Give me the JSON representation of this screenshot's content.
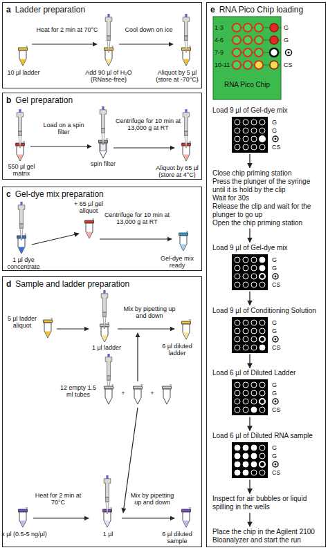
{
  "diagram": {
    "nodes": [
      {
        "text": [
          "a",
          "Ladder preparation"
        ]
      },
      {
        "text": [
          "b",
          "Gel preparation"
        ]
      },
      {
        "text": [
          "c",
          "Gel-dye mix preparation"
        ]
      },
      {
        "text": [
          "d",
          "Sample and ladder preparation"
        ]
      },
      {
        "text": [
          "e",
          "RNA Pico Chip loading"
        ]
      },
      {
        "text": [
          "Load 9 µl of Gel-dye mix"
        ],
        "in": 4
      },
      {
        "text": [
          "Close chip priming station",
          "Press the plunger of the syringe until it is hold by the clip",
          "Wait for 30s",
          "Release the clip and wait for the plunger to go up",
          "Open the chip priming station"
        ],
        "in": 4
      },
      {
        "text": [
          "Load 9 µl of Gel-dye mix"
        ],
        "in": 4
      },
      {
        "text": [
          "Load 9 µl of Conditioning Solution"
        ],
        "in": 4
      },
      {
        "text": [
          "Load 6 µl of Diluted Ladder"
        ],
        "in": 4
      },
      {
        "text": [
          "Load 6 µl of Diluted RNA sample"
        ],
        "in": 4
      },
      {
        "text": [
          "Inspect for air bubbles or liquid spilling in the wells"
        ],
        "in": 4
      },
      {
        "text": [
          "Place the chip in the Agilent 2100 Bioanalyzer and start the run"
        ],
        "in": 4
      }
    ],
    "edges": [
      {
        "from": 5,
        "to": 6,
        "arrow": "to"
      },
      {
        "from": 6,
        "to": 7,
        "arrow": "to"
      },
      {
        "from": 7,
        "to": 8,
        "arrow": "to"
      },
      {
        "from": 8,
        "to": 9,
        "arrow": "to"
      },
      {
        "from": 9,
        "to": 10,
        "arrow": "to"
      },
      {
        "from": 10,
        "to": 11,
        "arrow": "to"
      },
      {
        "from": 11,
        "to": 12,
        "arrow": "to"
      }
    ],
    "labels": [
      "10 µl ladder",
      "Heat for 2 min at 70°C",
      "Add 90 µl of H₂O (RNase-free)",
      "Cool down on ice",
      "Aliquot by 5 µl (store at -70°C)",
      "550 µl gel matrix",
      "Load on a spin filter",
      "spin filter",
      "Centrifuge for 10 min at 13,000 g at RT",
      "Aliquot by 65 µl (store at 4°C)",
      "+ 65 µl gel aliquot",
      "1 µl dye concentrate",
      "Centrifuge for 10 min at 13,000 g at RT",
      "Gel-dye mix ready",
      "5 µl ladder aliquot",
      "1 µl ladder",
      "Mix by pipetting up and down",
      "6 µl diluted ladder",
      "12 empty 1.5 ml tubes",
      "+",
      "+",
      "Heat for 2 min at 70°C",
      "1 µl",
      "Mix by pipetting up and down",
      "6 µl diluted sample",
      "x µl (0.5-5 ng/µl)",
      "1-3",
      "4-6",
      "7-9",
      "10-11",
      "G",
      "G",
      "CS",
      "RNA Pico Chip",
      "G",
      "G",
      "CS",
      "G",
      "G",
      "CS",
      "G",
      "G",
      "CS",
      "G",
      "G",
      "CS",
      "G",
      "G",
      "CS"
    ]
  }
}
